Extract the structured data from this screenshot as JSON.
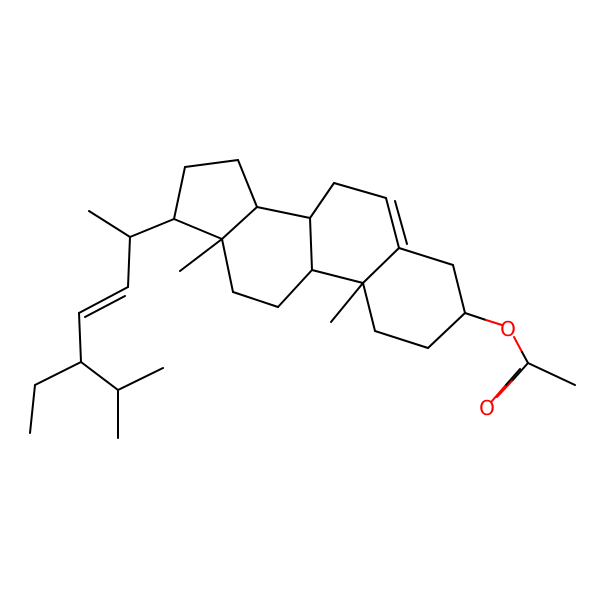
{
  "diagram": {
    "type": "chemical-structure",
    "atoms": [
      {
        "id": "O1",
        "element": "O",
        "label": "O",
        "color": "#ff0000"
      },
      {
        "id": "O2",
        "element": "O",
        "label": "O",
        "color": "#ff0000"
      }
    ],
    "bond_color": "#000000",
    "heteroatom_color": "#ff0000"
  }
}
